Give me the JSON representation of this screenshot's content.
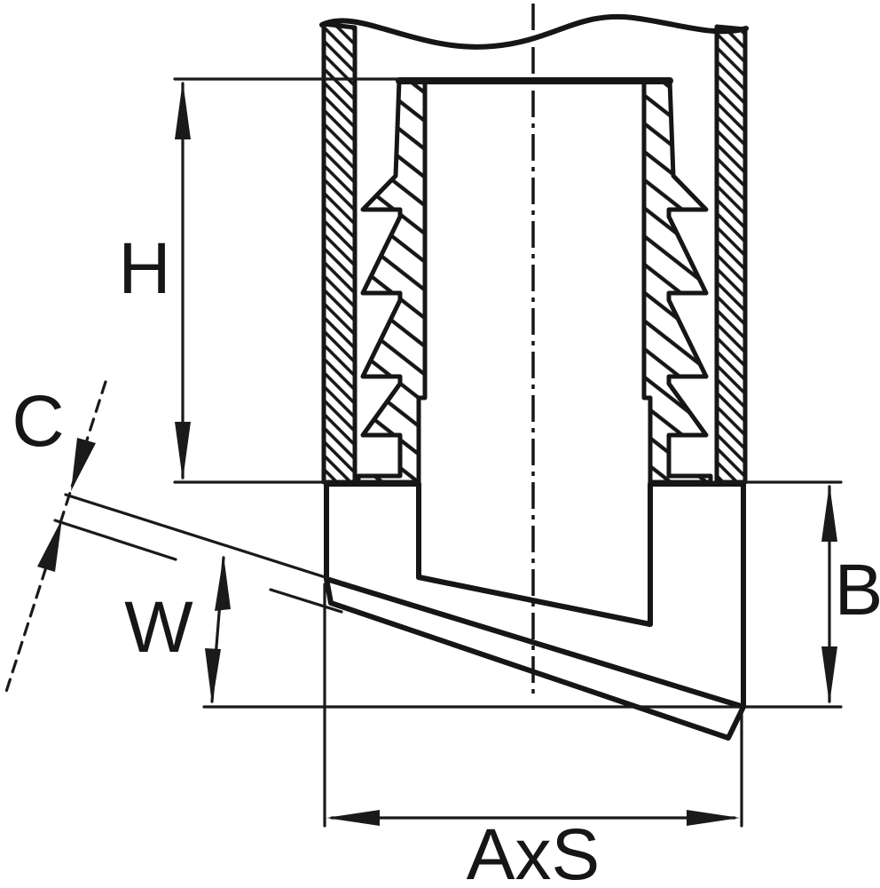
{
  "drawing": {
    "kind": "technical-section-drawing",
    "subject": "barbed tube insert with slanted wedge base, cross-section with dimension arrows",
    "colors": {
      "line": "#161616",
      "background": "#ffffff"
    },
    "dimensions": {
      "height_label": "H",
      "clearance_label": "C",
      "wedge_label": "W",
      "base_label": "B",
      "size_label": "AxS"
    }
  }
}
